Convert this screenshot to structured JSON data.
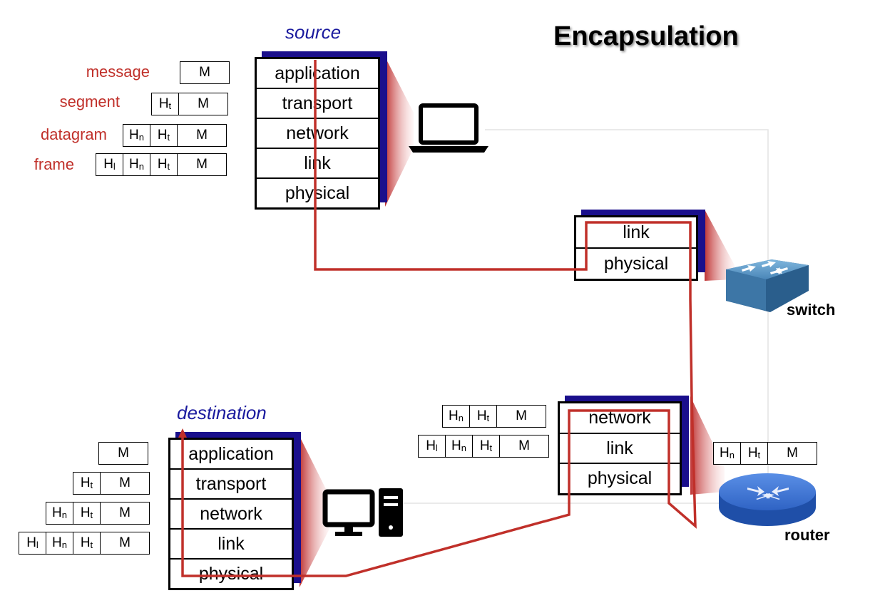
{
  "title": "Encapsulation",
  "source_label": "source",
  "destination_label": "destination",
  "switch_label": "switch",
  "router_label": "router",
  "pdu_labels": {
    "message": "message",
    "segment": "segment",
    "datagram": "datagram",
    "frame": "frame"
  },
  "layers": {
    "application": "application",
    "transport": "transport",
    "network": "network",
    "link": "link",
    "physical": "physical"
  },
  "packet": {
    "M": "M",
    "H": "H",
    "sub_t": "t",
    "sub_n": "n",
    "sub_l": "l"
  },
  "colors": {
    "path": "#c0302a",
    "stack_shadow": "#1a0f8c",
    "label_blue": "#1a1a9e",
    "pdu_red": "#c0302a"
  },
  "icons": [
    "laptop-icon",
    "switch-icon",
    "router-icon",
    "desktop-computer-icon"
  ]
}
